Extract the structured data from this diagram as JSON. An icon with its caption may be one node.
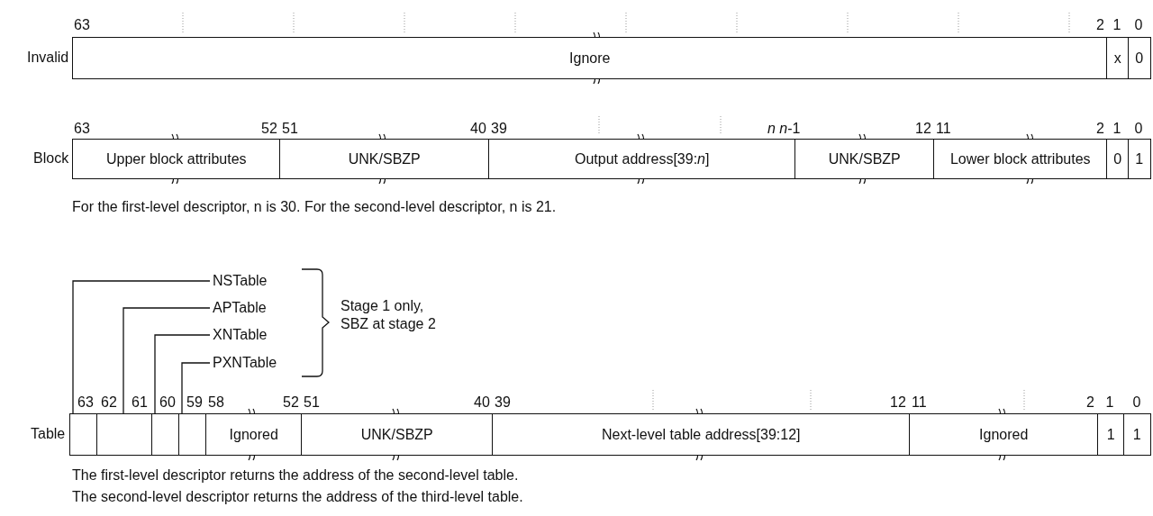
{
  "diagram": {
    "nodes": [
      {
        "text": [
          "Ignore"
        ]
      },
      {
        "text": [
          "x"
        ]
      },
      {
        "text": [
          "0"
        ]
      },
      {
        "text": [
          "Upper block attributes"
        ]
      },
      {
        "text": [
          "UNK/SBZP"
        ]
      },
      {
        "text": [
          "Output address[39:*n*]"
        ]
      },
      {
        "text": [
          "UNK/SBZP"
        ]
      },
      {
        "text": [
          "Lower block attributes"
        ]
      },
      {
        "text": [
          "0"
        ]
      },
      {
        "text": [
          "1"
        ]
      },
      {
        "text": [
          "NSTable"
        ]
      },
      {
        "text": [
          "APTable"
        ]
      },
      {
        "text": [
          "XNTable"
        ]
      },
      {
        "text": [
          "PXNTable"
        ]
      },
      {
        "text": [],
        "shape": "box"
      },
      {
        "text": [],
        "shape": "box"
      },
      {
        "text": [],
        "shape": "box"
      },
      {
        "text": [],
        "shape": "box"
      },
      {
        "text": [
          "Ignored"
        ]
      },
      {
        "text": [
          "UNK/SBZP"
        ]
      },
      {
        "text": [
          "Next-level table address[39:12]"
        ]
      },
      {
        "text": [
          "Ignored"
        ]
      },
      {
        "text": [
          "1"
        ]
      },
      {
        "text": [
          "1"
        ]
      }
    ],
    "edges": [
      {
        "from": 10,
        "to": 14,
        "arrow": "none"
      },
      {
        "from": 11,
        "to": 15,
        "arrow": "none"
      },
      {
        "from": 12,
        "to": 16,
        "arrow": "none"
      },
      {
        "from": 13,
        "to": 17,
        "arrow": "none"
      }
    ],
    "labels": [
      "63",
      "2",
      "1",
      "0",
      "Invalid",
      "63",
      "52",
      "51",
      "40",
      "39",
      "*n* *n*-1",
      "12",
      "11",
      "2",
      "1",
      "0",
      "Block",
      "For the first-level descriptor, n is 30. For the second-level descriptor, n is 21.",
      "Stage 1 only, SBZ at stage 2",
      "63",
      "62",
      "61",
      "60",
      "59",
      "58",
      "52",
      "51",
      "40",
      "39",
      "12",
      "11",
      "2",
      "1",
      "0",
      "Table",
      "The first-level descriptor returns the address of the second-level table.",
      "The second-level descriptor returns the address of the third-level table."
    ]
  }
}
